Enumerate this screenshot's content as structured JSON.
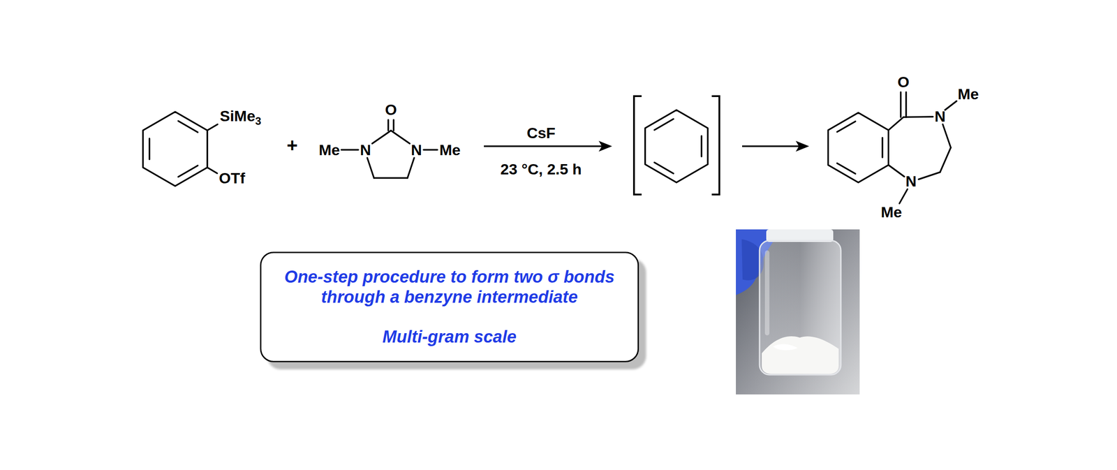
{
  "diagram": {
    "nodes": [
      {
        "text": [
          "One-step procedure to form two σ bonds through a benzyne intermediate",
          "Multi-gram scale"
        ]
      }
    ],
    "labels": [
      "SiMe3",
      "OTf",
      "+",
      "O",
      "Me",
      "N",
      "N",
      "Me",
      "CsF",
      "23 °C, 2.5 h",
      "O",
      "Me",
      "N",
      "N",
      "Me"
    ]
  }
}
